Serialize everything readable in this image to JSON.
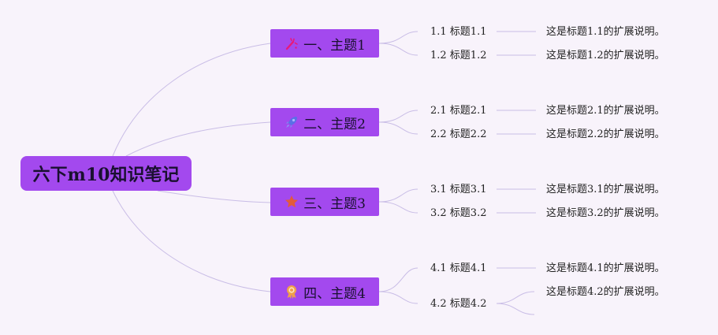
{
  "root": {
    "label": "六下m10知识笔记"
  },
  "colors": {
    "background": "#f8f3fb",
    "node_fill": "#a349ee",
    "link": "#c9bde6"
  },
  "topics": [
    {
      "label": "一、主题1",
      "icon": "magic-wand-icon",
      "subtopics": [
        {
          "label": "1.1 标题1.1",
          "note": "这是标题1.1的扩展说明。"
        },
        {
          "label": "1.2 标题1.2",
          "note": "这是标题1.2的扩展说明。"
        }
      ]
    },
    {
      "label": "二、主题2",
      "icon": "rocket-icon",
      "subtopics": [
        {
          "label": "2.1 标题2.1",
          "note": "这是标题2.1的扩展说明。"
        },
        {
          "label": "2.2 标题2.2",
          "note": "这是标题2.2的扩展说明。"
        }
      ]
    },
    {
      "label": "三、主题3",
      "icon": "star-icon",
      "subtopics": [
        {
          "label": "3.1 标题3.1",
          "note": "这是标题3.1的扩展说明。"
        },
        {
          "label": "3.2 标题3.2",
          "note": "这是标题3.2的扩展说明。"
        }
      ]
    },
    {
      "label": "四、主题4",
      "icon": "award-ribbon-icon",
      "subtopics": [
        {
          "label": "4.1 标题4.1",
          "note": "这是标题4.1的扩展说明。"
        },
        {
          "label": "4.2 标题4.2",
          "note": "这是标题4.2的扩展说明。"
        }
      ]
    }
  ]
}
